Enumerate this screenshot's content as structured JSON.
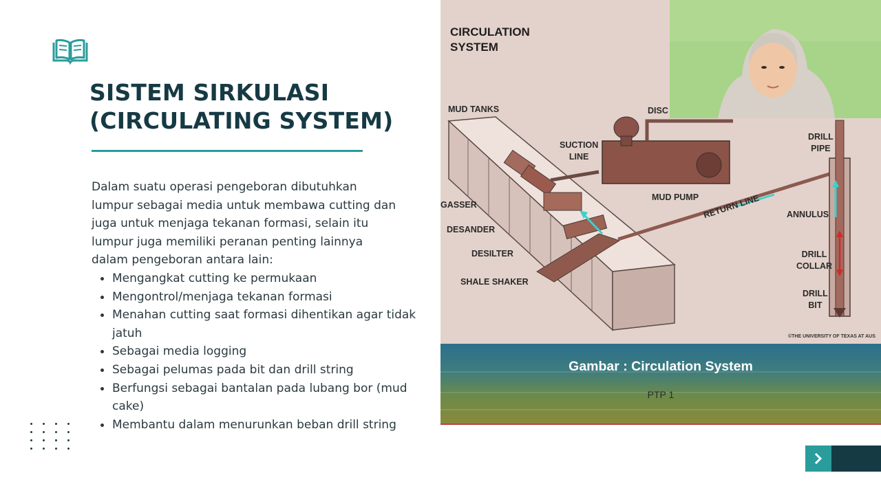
{
  "slide": {
    "icon": "open-book-icon",
    "title_lines": [
      "SISTEM SIRKULASI",
      "(CIRCULATING SYSTEM)"
    ],
    "intro": "Dalam suatu operasi pengeboran dibutuhkan\nlumpur sebagai media untuk membawa cutting dan\njuga untuk menjaga tekanan formasi, selain itu\nlumpur juga memiliki peranan penting lainnya\ndalam pengeboran antara lain:",
    "bullets": [
      "Mengangkat cutting ke permukaan",
      "Mengontrol/menjaga tekanan formasi",
      "Menahan cutting saat formasi dihentikan agar tidak jatuh",
      "Sebagai media logging",
      "Sebagai pelumas pada bit dan drill string",
      "Berfungsi sebagai bantalan pada lubang bor (mud cake)",
      "Membantu dalam menurunkan beban drill string"
    ],
    "decor_icon": "dot-grid-icon"
  },
  "figure": {
    "title_line1": "CIRCULATION",
    "title_line2": "SYSTEM",
    "labels": {
      "mud_tanks": "MUD TANKS",
      "discharge": "DISC",
      "suction_line_1": "SUCTION",
      "suction_line_2": "LINE",
      "mud_pump": "MUD PUMP",
      "return_line": "RETURN LINE",
      "degasser": "GASSER",
      "desander": "DESANDER",
      "desilter": "DESILTER",
      "shale_shaker": "SHALE SHAKER",
      "drill_pipe_1": "DRILL",
      "drill_pipe_2": "PIPE",
      "annulus": "ANNULUS",
      "drill_collar_1": "DRILL",
      "drill_collar_2": "COLLAR",
      "drill_bit_1": "DRILL",
      "drill_bit_2": "BIT"
    },
    "copyright": "©THE UNIVERSITY OF TEXAS AT AUS",
    "caption": "Gambar : Circulation System",
    "subcaption": "PTP 1"
  },
  "webcam": {
    "icon": "presenter-video-icon"
  },
  "nav": {
    "next_icon": "chevron-right-icon"
  },
  "colors": {
    "accent": "#2b9c9c",
    "title": "#163a44",
    "body": "#2a3a40"
  }
}
